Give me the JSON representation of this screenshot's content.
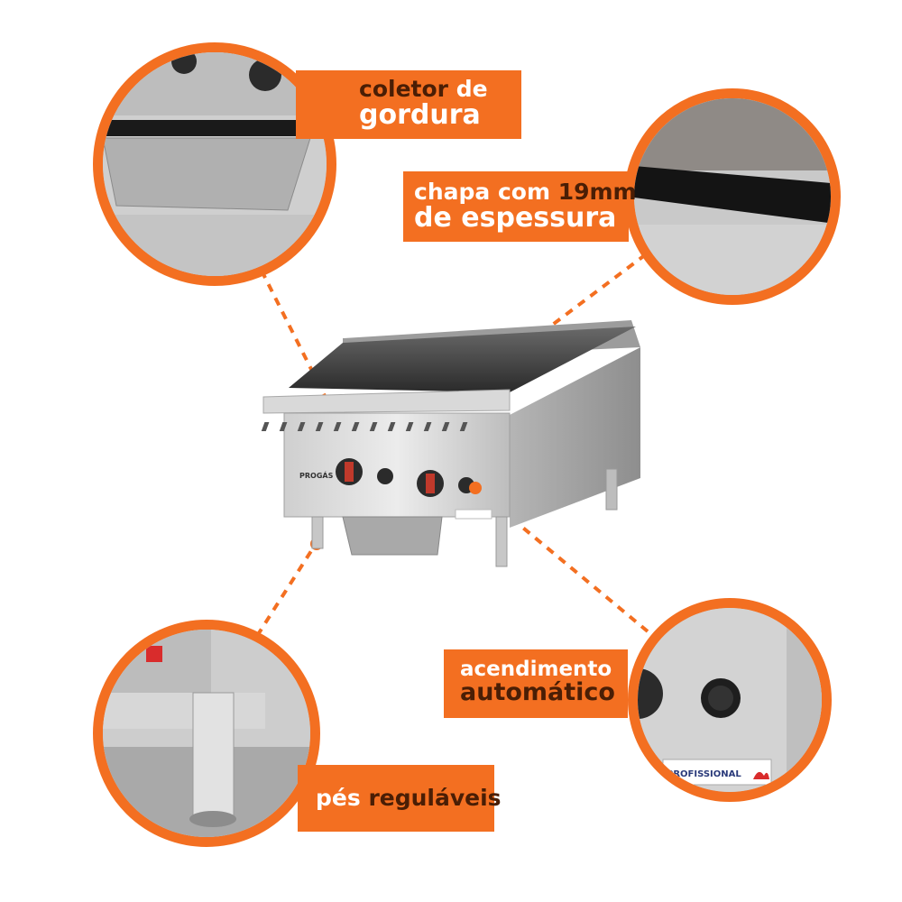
{
  "colors": {
    "accent": "#f36f21",
    "highlight_text": "#4a1e05",
    "text": "#ffffff"
  },
  "product": {
    "brand": "PROGÁS",
    "label_sticker": "PROFISSIONAL"
  },
  "callouts": {
    "grease": {
      "line1_a": "coletor",
      "line1_b": " de",
      "line2": "gordura"
    },
    "plate": {
      "line1_a": "chapa com ",
      "line1_b": "19mm",
      "line2": "de espessura"
    },
    "ignition": {
      "line1": "acendimento",
      "line2": "automático"
    },
    "feet": {
      "line1_a": "pés ",
      "line1_b": "reguláveis"
    }
  },
  "zoom_detail": {
    "sticker": "PROFISSIONAL"
  }
}
